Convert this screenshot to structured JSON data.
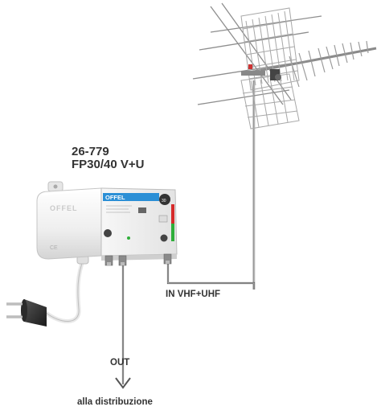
{
  "product": {
    "code": "26-779",
    "name": "FP30/40 V+U",
    "brand_logo": "OFFEL",
    "device_color": "#f2f2f2",
    "accent_blue": "#2b8fd6",
    "accent_red": "#d62b2b",
    "accent_green": "#2fae3a"
  },
  "connections": {
    "input_label": "IN VHF+UHF",
    "output_label": "OUT",
    "destination_label": "alla distribuzione"
  },
  "icons": {
    "antenna": "antenna-icon",
    "amplifier": "amplifier-icon",
    "plug": "power-plug-icon",
    "arrow": "arrow-down-icon"
  }
}
